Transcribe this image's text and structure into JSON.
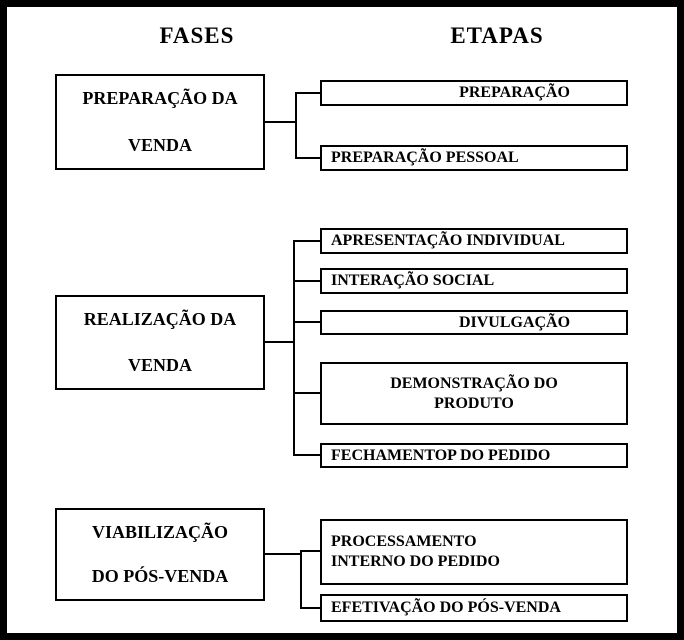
{
  "headers": {
    "fases": "FASES",
    "etapas": "ETAPAS"
  },
  "phases": [
    {
      "line1": "PREPARAÇÃO DA",
      "line2": "VENDA"
    },
    {
      "line1": "REALIZAÇÃO DA",
      "line2": "VENDA"
    },
    {
      "line1": "VIABILIZAÇÃO",
      "line2": "DO PÓS-VENDA"
    }
  ],
  "stages": [
    {
      "label": "PREPARAÇÃO"
    },
    {
      "label": "PREPARAÇÃO PESSOAL"
    },
    {
      "label": "APRESENTAÇÃO INDIVIDUAL"
    },
    {
      "label": "INTERAÇÃO SOCIAL"
    },
    {
      "label": "DIVULGAÇÃO"
    },
    {
      "line1": "DEMONSTRAÇÃO DO",
      "line2": "PRODUTO"
    },
    {
      "label": "FECHAMENTOP DO PEDIDO"
    },
    {
      "line1": "PROCESSAMENTO",
      "line2": "INTERNO DO PEDIDO"
    },
    {
      "label": "EFETIVAÇÃO DO PÓS-VENDA"
    }
  ]
}
